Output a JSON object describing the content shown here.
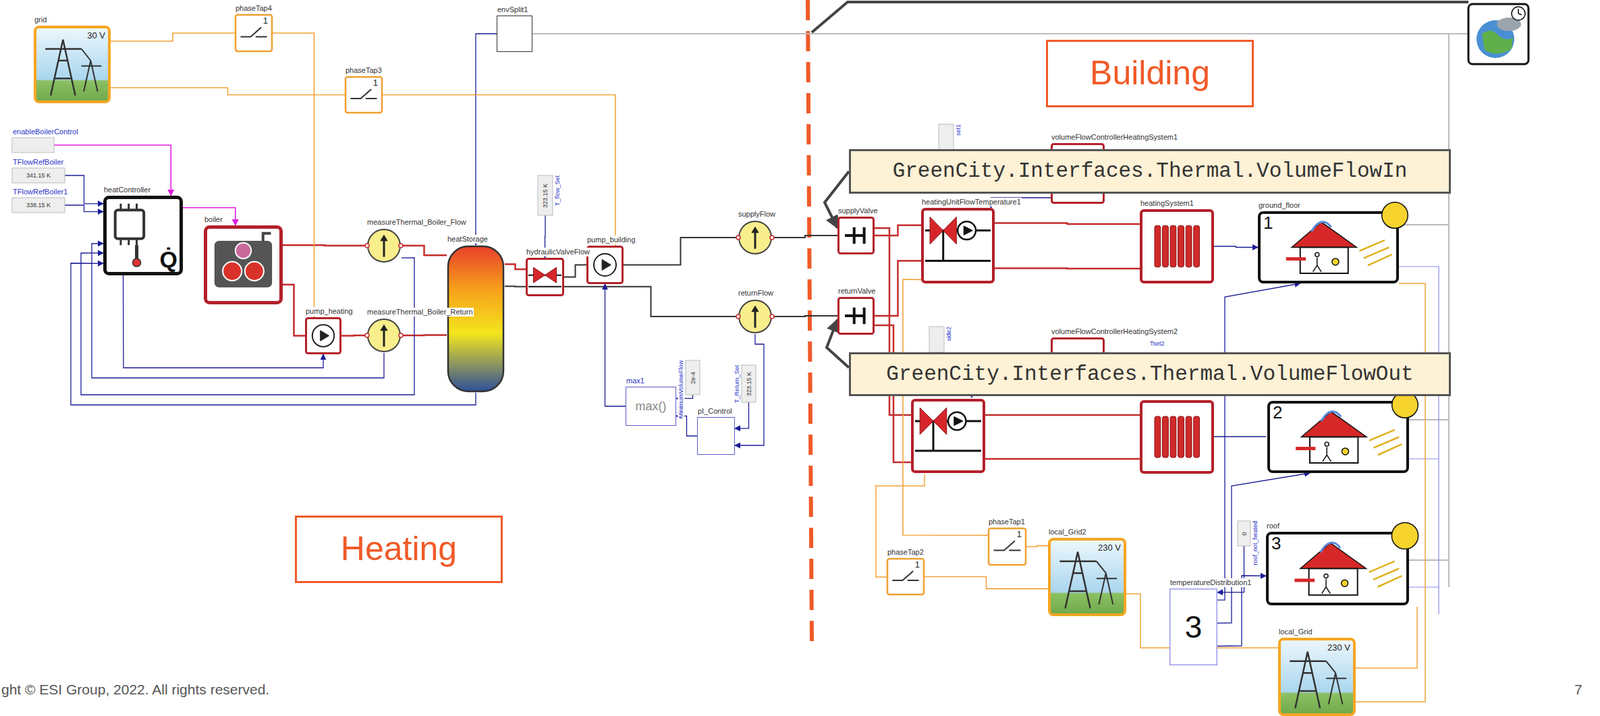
{
  "diagram": {
    "nodes": [
      {
        "text": [
          "grid",
          "30 V"
        ]
      },
      {
        "text": [
          "phaseTap4",
          "1"
        ]
      },
      {
        "text": [
          "phaseTap3",
          "1"
        ]
      },
      {
        "text": [
          "envSplit1"
        ]
      },
      {
        "text": [
          "enableBoilerControl"
        ]
      },
      {
        "text": [
          "TFlowRefBoiler",
          "341.15 K"
        ]
      },
      {
        "text": [
          "TFlowRefBoiler1",
          "338.15 K"
        ]
      },
      {
        "text": [
          "heatController",
          "Q̇"
        ]
      },
      {
        "text": [
          "boiler"
        ]
      },
      {
        "text": [
          "measureThermal_Boiler_Flow"
        ]
      },
      {
        "text": [
          "pump_heating"
        ]
      },
      {
        "text": [
          "measureThermal_Boiler_Return"
        ]
      },
      {
        "text": [
          "heatStorage"
        ]
      },
      {
        "text": [
          "323.15 K",
          "T_flow_Set"
        ]
      },
      {
        "text": [
          "hydraulicValveFlow"
        ]
      },
      {
        "text": [
          "pump_building"
        ]
      },
      {
        "text": [
          "supplyFlow"
        ]
      },
      {
        "text": [
          "returnFlow"
        ]
      },
      {
        "text": [
          "2e-4",
          "MinimumVolumeFlow"
        ]
      },
      {
        "text": [
          "323.15 K",
          "T_Return_Set"
        ]
      },
      {
        "text": [
          "max1",
          "max()"
        ]
      },
      {
        "text": [
          "pI_Control"
        ]
      },
      {
        "text": [
          "Heating"
        ]
      },
      {
        "text": [
          "Building"
        ]
      },
      {
        "text": [
          "supplyValve"
        ]
      },
      {
        "text": [
          "returnValve"
        ]
      },
      {
        "text": [
          "set1"
        ]
      },
      {
        "text": [
          "heatingUnitFlowTemperature1"
        ]
      },
      {
        "text": [
          "volumeFlowControllerHeatingSystem1"
        ]
      },
      {
        "text": [
          "heatingSystem1"
        ]
      },
      {
        "text": [
          "ground_floor",
          "1"
        ]
      },
      {
        "text": [
          "side2"
        ]
      },
      {
        "text": [
          "volumeFlowControllerHeatingSystem2"
        ]
      },
      {
        "text": [
          "2"
        ]
      },
      {
        "text": [
          "0",
          "roof_not_heated"
        ]
      },
      {
        "text": [
          "roof",
          "3"
        ]
      },
      {
        "text": [
          "phaseTap1",
          "1"
        ]
      },
      {
        "text": [
          "phaseTap2",
          "1"
        ]
      },
      {
        "text": [
          "local_Grid2",
          "230 V"
        ]
      },
      {
        "text": [
          "temperatureDistribution1",
          "3"
        ]
      },
      {
        "text": [
          "local_Grid",
          "230 V"
        ]
      },
      {
        "text": [
          "GreenCity.Interfaces.Thermal.VolumeFlowIn"
        ]
      },
      {
        "text": [
          "GreenCity.Interfaces.Thermal.VolumeFlowOut"
        ]
      }
    ],
    "edges": [
      {
        "from": 8,
        "to": 9,
        "arrow": "none"
      },
      {
        "from": 9,
        "to": 12,
        "arrow": "none"
      },
      {
        "from": 12,
        "to": 11,
        "arrow": "none"
      },
      {
        "from": 11,
        "to": 10,
        "arrow": "none"
      },
      {
        "from": 10,
        "to": 8,
        "arrow": "none"
      },
      {
        "from": 12,
        "to": 14,
        "arrow": "none"
      },
      {
        "from": 14,
        "to": 15,
        "arrow": "none"
      },
      {
        "from": 15,
        "to": 16,
        "arrow": "none"
      },
      {
        "from": 16,
        "to": 24,
        "arrow": "none"
      },
      {
        "from": 25,
        "to": 17,
        "arrow": "none"
      },
      {
        "from": 17,
        "to": 14,
        "arrow": "none"
      },
      {
        "from": 14,
        "to": 12,
        "arrow": "none"
      },
      {
        "from": 4,
        "to": 7,
        "arrow": "to"
      },
      {
        "from": 5,
        "to": 7,
        "arrow": "to"
      },
      {
        "from": 6,
        "to": 7,
        "arrow": "to"
      },
      {
        "from": 7,
        "to": 8,
        "arrow": "to"
      },
      {
        "from": 7,
        "to": 10,
        "arrow": "to"
      },
      {
        "from": 11,
        "to": 7,
        "arrow": "to"
      },
      {
        "from": 12,
        "to": 7,
        "arrow": "to"
      },
      {
        "from": 9,
        "to": 7,
        "arrow": "to"
      },
      {
        "from": 13,
        "to": 14,
        "arrow": "to"
      },
      {
        "from": 18,
        "to": 20,
        "arrow": "to"
      },
      {
        "from": 21,
        "to": 20,
        "arrow": "to"
      },
      {
        "from": 20,
        "to": 15,
        "arrow": "to"
      },
      {
        "from": 19,
        "to": 21,
        "arrow": "to"
      },
      {
        "from": 17,
        "to": 21,
        "arrow": "to"
      },
      {
        "from": 3,
        "to": 12,
        "arrow": "to"
      },
      {
        "from": 0,
        "to": 1,
        "arrow": "none"
      },
      {
        "from": 0,
        "to": 2,
        "arrow": "none"
      },
      {
        "from": 1,
        "to": 10,
        "arrow": "none"
      },
      {
        "from": 2,
        "to": 15,
        "arrow": "none"
      },
      {
        "from": 41,
        "to": 24,
        "arrow": "to"
      },
      {
        "from": 42,
        "to": 25,
        "arrow": "to"
      },
      {
        "from": 24,
        "to": 27,
        "arrow": "none"
      },
      {
        "from": 27,
        "to": 25,
        "arrow": "none"
      },
      {
        "from": 27,
        "to": 29,
        "arrow": "none"
      },
      {
        "from": 29,
        "to": 27,
        "arrow": "none"
      },
      {
        "from": 28,
        "to": 27,
        "arrow": "to"
      },
      {
        "from": 29,
        "to": 30,
        "arrow": "to"
      },
      {
        "from": 39,
        "to": 30,
        "arrow": "to"
      },
      {
        "from": 39,
        "to": 33,
        "arrow": "to"
      },
      {
        "from": 39,
        "to": 35,
        "arrow": "to"
      },
      {
        "from": 34,
        "to": 39,
        "arrow": "to"
      },
      {
        "from": 38,
        "to": 36,
        "arrow": "none"
      },
      {
        "from": 38,
        "to": 37,
        "arrow": "none"
      },
      {
        "from": 36,
        "to": 27,
        "arrow": "none"
      }
    ],
    "labels": [
      "Tset2",
      "ght © ESI Group, 2022. All rights reserved.",
      "7"
    ]
  }
}
